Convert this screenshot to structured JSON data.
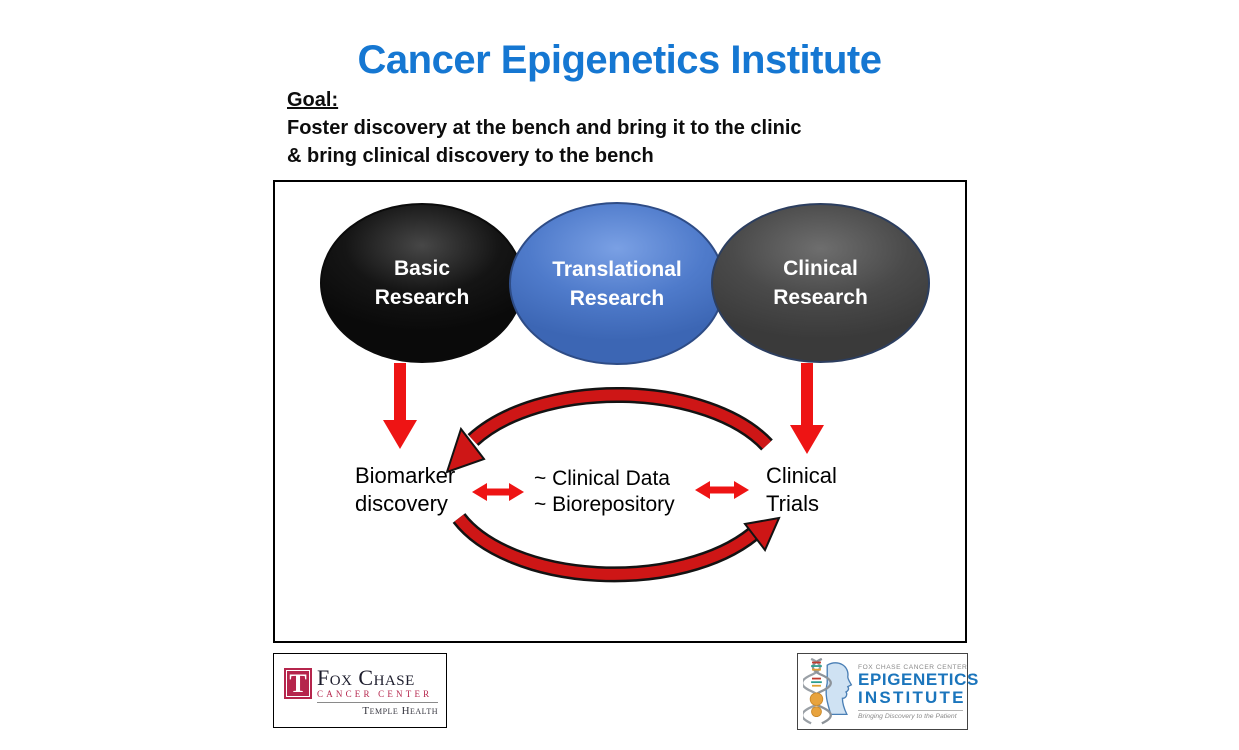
{
  "title": "Cancer Epigenetics Institute",
  "goal": {
    "label": "Goal:",
    "line1": "Foster discovery at the bench and bring it to the clinic",
    "line2": "& bring clinical discovery to the bench"
  },
  "diagram": {
    "ellipses": [
      {
        "line1": "Basic",
        "line2": "Research"
      },
      {
        "line1": "Translational",
        "line2": "Research"
      },
      {
        "line1": "Clinical",
        "line2": "Research"
      }
    ],
    "labels": {
      "biomarker_line1": "Biomarker",
      "biomarker_line2": "discovery",
      "center_line1": "~ Clinical Data",
      "center_line2": "~ Biorepository",
      "trials_line1": "Clinical",
      "trials_line2": "Trials"
    }
  },
  "logos": {
    "fox_chase": {
      "monogram": "T",
      "name": "Fox Chase",
      "subname": "CANCER CENTER",
      "parent": "Temple Health"
    },
    "epigenetics": {
      "parent": "FOX CHASE CANCER CENTER",
      "name_line1": "EPIGENETICS",
      "name_line2": "INSTITUTE",
      "tagline": "Bringing Discovery to the Patient"
    }
  },
  "colors": {
    "title_blue": "#1577D2",
    "arrow_red": "#EE1414",
    "curved_arrow_red": "#CE1616",
    "ellipse_black": "#0A0A0A",
    "ellipse_blue": "#4F7BCB",
    "ellipse_gray": "#4A4A4A",
    "epi_logo_blue": "#1B75BC",
    "fox_chase_red": "#B5254C"
  }
}
